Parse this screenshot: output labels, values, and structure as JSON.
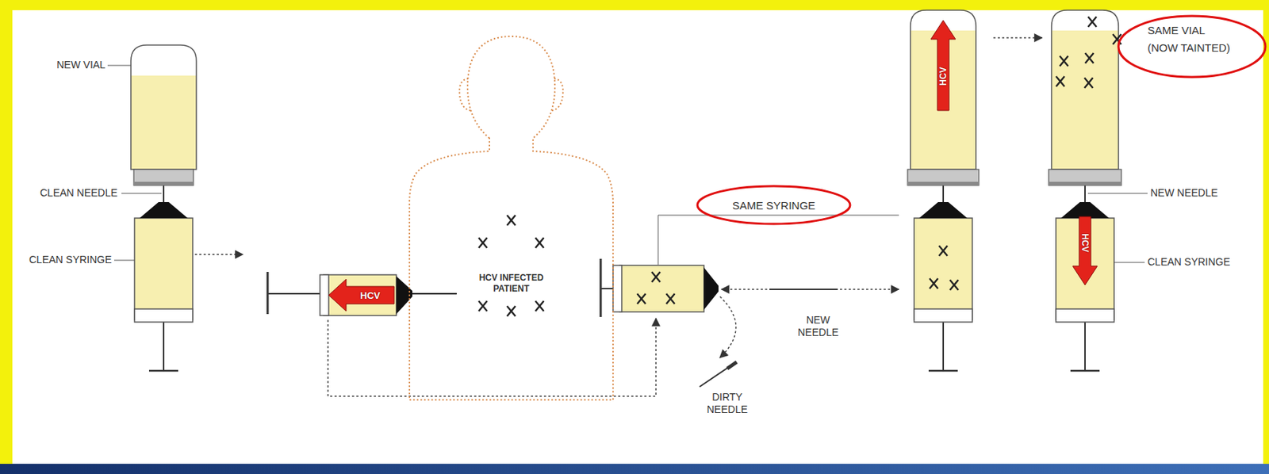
{
  "diagram": {
    "nodes": [
      {
        "text": [
          "HCV"
        ]
      },
      {
        "text": [
          "HCV INFECTED PATIENT"
        ]
      },
      {
        "text": [
          "SAME SYRINGE"
        ]
      },
      {
        "text": [
          "HCV"
        ]
      },
      {
        "text": [
          "SAME VIAL (NOW TAINTED)"
        ]
      },
      {
        "text": [
          "HCV"
        ]
      }
    ],
    "labels": [
      "NEW VIAL",
      "CLEAN NEEDLE",
      "CLEAN SYRINGE",
      "DIRTY NEEDLE",
      "NEW NEEDLE",
      "NEW NEEDLE",
      "CLEAN SYRINGE"
    ]
  }
}
